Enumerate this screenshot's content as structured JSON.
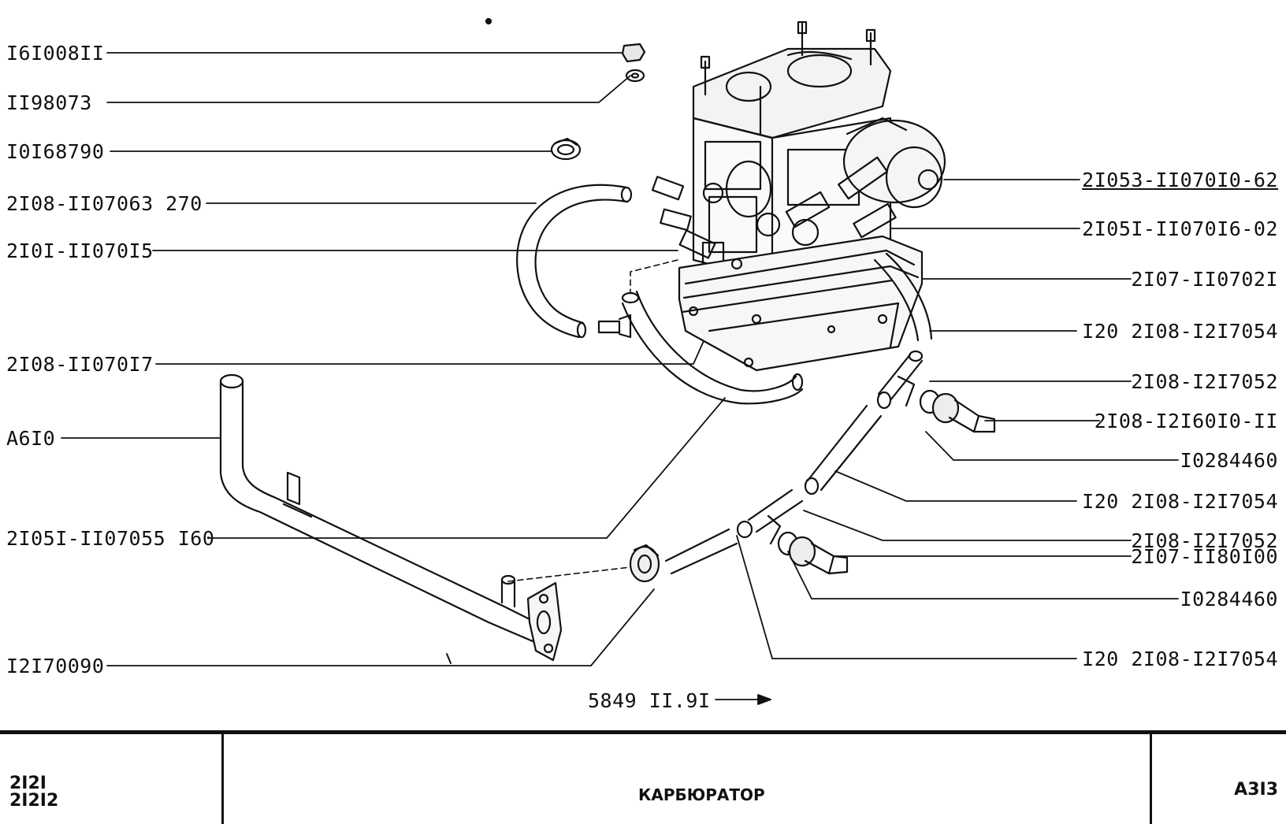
{
  "labels_left": [
    {
      "id": "p1",
      "text": "I6I008II"
    },
    {
      "id": "p2",
      "text": "II98073"
    },
    {
      "id": "p3",
      "text": "I0I68790"
    },
    {
      "id": "p4",
      "text": "2I08-II07063 270"
    },
    {
      "id": "p5",
      "text": "2I0I-II070I5"
    },
    {
      "id": "p6",
      "text": "2I08-II070I7"
    },
    {
      "id": "p7",
      "text": "A6I0"
    },
    {
      "id": "p8",
      "text": "2I05I-II07055 I60"
    },
    {
      "id": "p9",
      "text": "I2I70090"
    }
  ],
  "labels_right": [
    {
      "id": "r1",
      "text": "2I053-II070I0-62"
    },
    {
      "id": "r2",
      "text": "2I05I-II070I6-02"
    },
    {
      "id": "r3",
      "text": "2I07-II0702I"
    },
    {
      "id": "r4",
      "text": "I20   2I08-I2I7054"
    },
    {
      "id": "r5",
      "text": "2I08-I2I7052"
    },
    {
      "id": "r6",
      "text": "2I08-I2I60I0-II"
    },
    {
      "id": "r7",
      "text": "I0284460"
    },
    {
      "id": "r8",
      "text": "I20   2I08-I2I7054"
    },
    {
      "id": "r9",
      "text": "2I08-I2I7052"
    },
    {
      "id": "r10",
      "text": "2I07-II80I00"
    },
    {
      "id": "r11",
      "text": "I0284460"
    },
    {
      "id": "r12",
      "text": "I20   2I08-I2I7054"
    }
  ],
  "drawing_code": "5849 II.9I",
  "footer": {
    "models": [
      "2I2I",
      "2I2I2"
    ],
    "title": "КАРБЮРАТОР",
    "sheet": "A3I3"
  }
}
